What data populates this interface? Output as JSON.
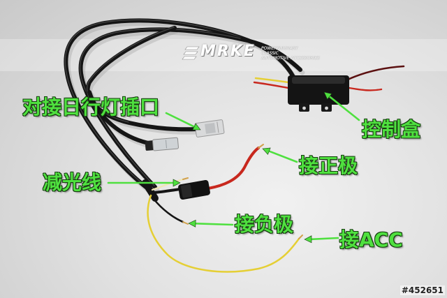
{
  "watermark": {
    "brand": "MRKE",
    "tagline": [
      "POWERSUMMARY",
      "CLASSIC",
      "AUTOMOTIVE ACCESSORIES"
    ]
  },
  "annotations": {
    "drl_connector": "对接日行灯插口",
    "control_box": "控制盒",
    "positive_terminal": "接正极",
    "dimming_wire": "减光线",
    "negative_terminal": "接负极",
    "acc_terminal": "接ACC"
  },
  "photo_id": "#452651",
  "colors": {
    "label_green": "#4fe03f",
    "label_outline": "#173d10",
    "cable_black": "#151515",
    "wire_red": "#c8281e",
    "wire_yellow": "#e5cf35",
    "wire_tip_copper": "#d2a24c"
  }
}
